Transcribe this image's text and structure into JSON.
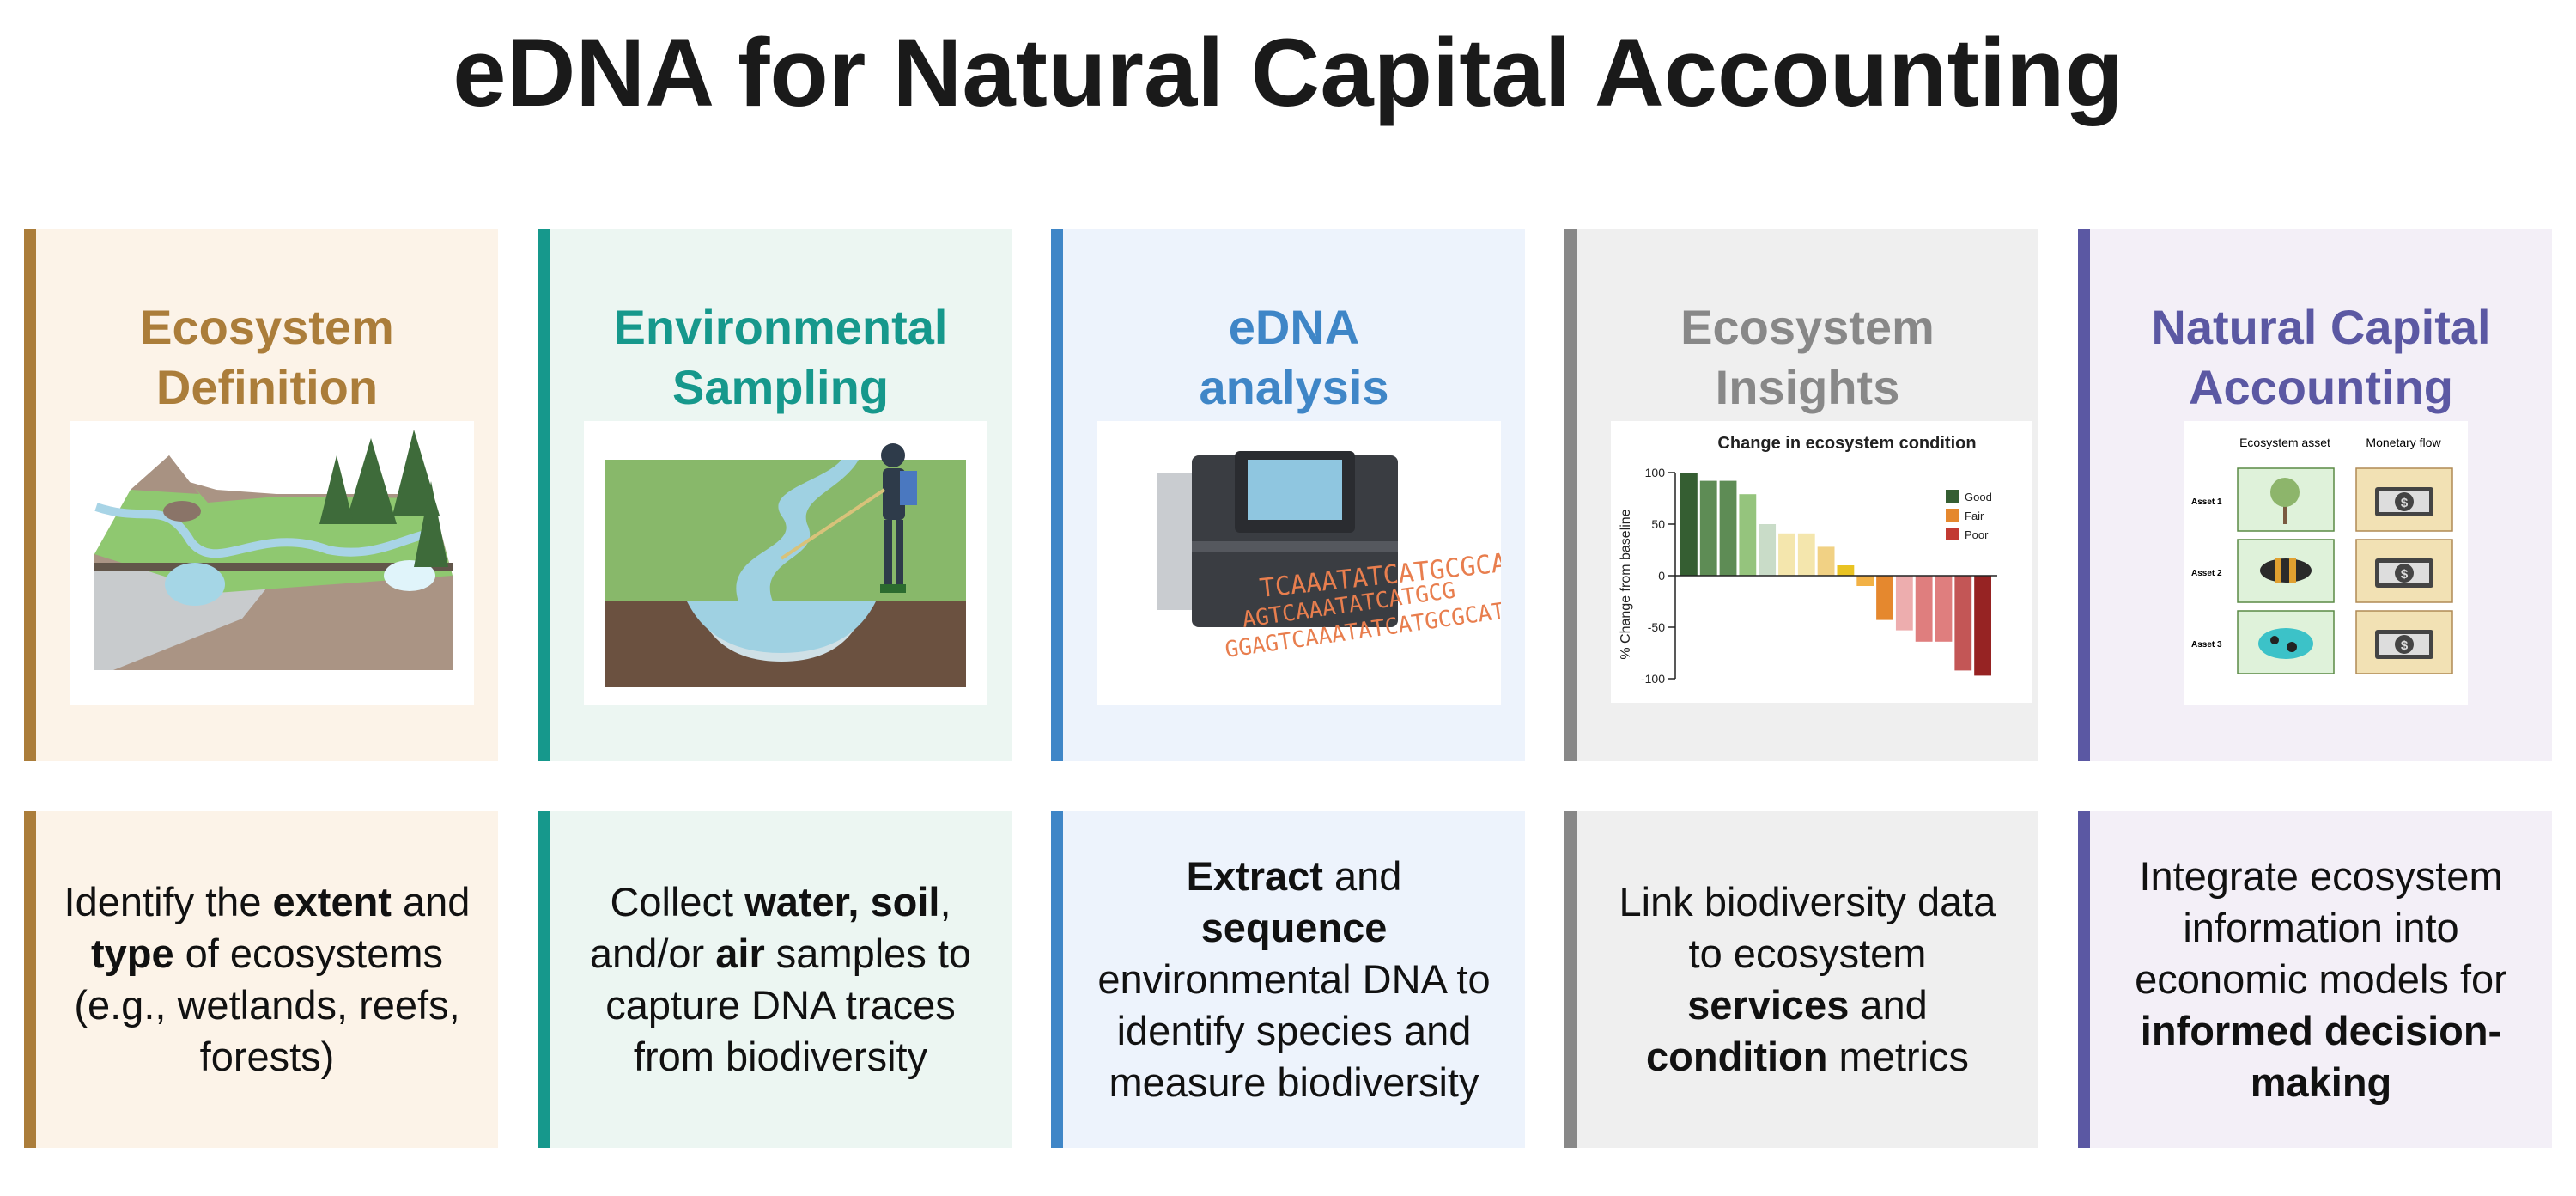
{
  "title": "eDNA for Natural Capital Accounting",
  "panels": [
    {
      "heading_1": "Ecosystem",
      "heading_2": "Definition",
      "color": "#ab7d3a",
      "bg": "#fcf3e8",
      "text": [
        {
          "t": "Identify the "
        },
        {
          "t": "extent",
          "b": true
        },
        {
          "t": " and "
        },
        {
          "t": "type",
          "b": true
        },
        {
          "t": " of ecosystems (e.g., wetlands, reefs, forests)"
        }
      ]
    },
    {
      "heading_1": "Environmental",
      "heading_2": "Sampling",
      "color": "#16988c",
      "bg": "#ecf6f2",
      "text": [
        {
          "t": "Collect "
        },
        {
          "t": "water, soil",
          "b": true
        },
        {
          "t": ", and/or "
        },
        {
          "t": "air",
          "b": true
        },
        {
          "t": " samples to capture DNA traces from biodiversity"
        }
      ]
    },
    {
      "heading_1": "eDNA",
      "heading_2": "analysis",
      "color": "#3f86c7",
      "bg": "#edf3fc",
      "dna": [
        "GGAGTCAAATATCATGCGCAT",
        "AGTCAAATATCATGCG",
        "TCAAATATCATGCGCAT"
      ],
      "text": [
        {
          "t": "Extract",
          "b": true
        },
        {
          "t": " and "
        },
        {
          "t": "sequence",
          "b": true
        },
        {
          "t": " environmental DNA to identify species and measure biodiversity"
        }
      ]
    },
    {
      "heading_1": "Ecosystem",
      "heading_2": "Insights",
      "color": "#888888",
      "bg": "#efefef",
      "text": [
        {
          "t": "Link biodiversity data to ecosystem "
        },
        {
          "t": "services",
          "b": true
        },
        {
          "t": " and "
        },
        {
          "t": "condition",
          "b": true
        },
        {
          "t": " metrics"
        }
      ]
    },
    {
      "heading_1": "Natural Capital",
      "heading_2": "Accounting",
      "color": "#5b58a3",
      "bg": "#f3eff7",
      "table": {
        "col1": "Ecosystem asset",
        "col2": "Monetary flow",
        "rows": [
          "Asset 1",
          "Asset 2",
          "Asset 3"
        ],
        "assets": [
          "tree-icon",
          "bee-icon",
          "frog-icon"
        ],
        "flow_icon": "dollar-bill-icon"
      },
      "text": [
        {
          "t": "Integrate ecosystem information into economic models for "
        },
        {
          "t": "informed decision-making",
          "b": true
        }
      ]
    }
  ],
  "chart_data": {
    "type": "bar",
    "title": "Change in ecosystem condition",
    "xlabel": "",
    "ylabel": "% Change from baseline",
    "ylim": [
      -100,
      100
    ],
    "yticks": [
      "100",
      "50",
      "0",
      "-50",
      "-100"
    ],
    "ytick_values": [
      100,
      50,
      0,
      -50,
      -100
    ],
    "values": [
      100,
      92,
      92,
      79,
      50,
      41,
      41,
      28,
      10,
      -10,
      -43,
      -53,
      -64,
      -64,
      -92,
      -97
    ],
    "colors": [
      "#355e32",
      "#5e8c55",
      "#5e8c55",
      "#95c47d",
      "#c9dcc8",
      "#f4e6ad",
      "#f4e6ad",
      "#f1d184",
      "#e9c322",
      "#f2b145",
      "#e5882e",
      "#edadae",
      "#df7e7e",
      "#df7e7e",
      "#c35656",
      "#962323"
    ],
    "legend": [
      {
        "label": "Good",
        "color": "#355e32"
      },
      {
        "label": "Fair",
        "color": "#e5882e"
      },
      {
        "label": "Poor",
        "color": "#c23a32"
      }
    ],
    "legend_position": "top-right"
  }
}
